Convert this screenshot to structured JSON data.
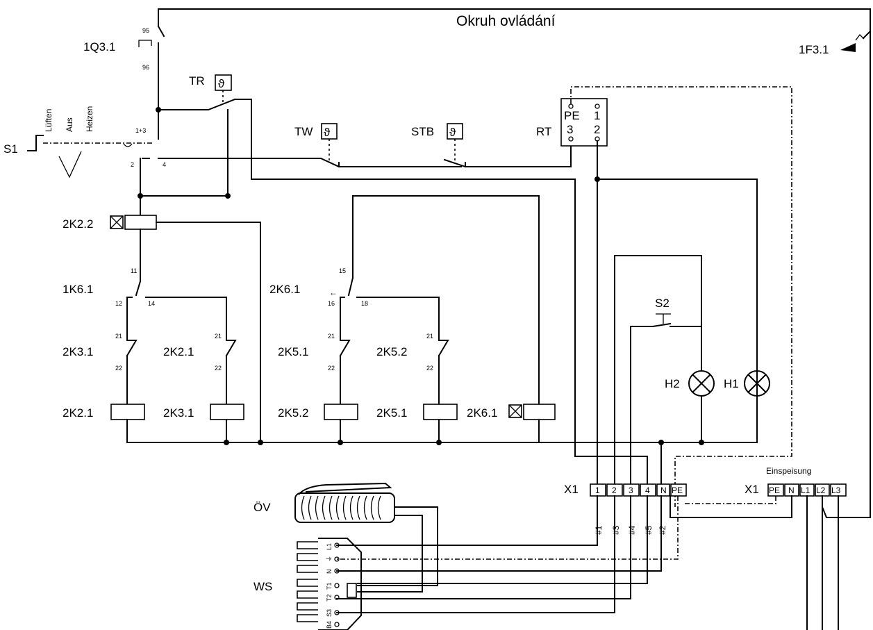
{
  "title": "Okruh ovládání",
  "components": {
    "q": "1Q3.1",
    "f": "1F3.1",
    "tr": "TR",
    "tw": "TW",
    "stb": "STB",
    "rt": "RT",
    "s1": "S1",
    "s2": "S2",
    "h1": "H1",
    "h2": "H2",
    "ov": "ÖV",
    "ws": "WS",
    "x1a": "X1",
    "x1b": "X1",
    "einspeisung": "Einspeisung",
    "theta": "ϑ"
  },
  "switch_positions": [
    "Lüften",
    "Aus",
    "Heizen"
  ],
  "relays": {
    "k22": "2K2.2",
    "k61": "1K6.1",
    "k31": "2K3.1",
    "k21": "2K2.1",
    "k21coil": "2K2.1",
    "k31coil": "2K3.1",
    "k261": "2K6.1",
    "k51": "2K5.1",
    "k52": "2K5.2",
    "k52coil": "2K5.2",
    "k51coil": "2K5.1",
    "k261coil": "2K6.1"
  },
  "pins": {
    "p95": "95",
    "p96": "96",
    "p13": "1+3",
    "p2": "2",
    "p4": "4",
    "p11": "11",
    "p12": "12",
    "p14": "14",
    "p21a": "21",
    "p22a": "22",
    "p21b": "21",
    "p22b": "22",
    "p15": "15",
    "p16": "16",
    "p18": "18",
    "p21c": "21",
    "p22c": "22",
    "p21d": "21",
    "p22d": "22"
  },
  "rt_terminals": {
    "pe": "PE",
    "t1": "1",
    "t3": "3",
    "t2": "2"
  },
  "x1_terminals": [
    "1",
    "2",
    "3",
    "4",
    "N",
    "PE"
  ],
  "feed_terminals": [
    "PE",
    "N",
    "L1",
    "L2",
    "L3"
  ],
  "wire_labels": [
    "#1",
    "#3",
    "#4",
    "#5",
    "#2"
  ],
  "ws_terminals": [
    "L1",
    "⏚",
    "N",
    "T1",
    "T2",
    "S3",
    "B4"
  ]
}
